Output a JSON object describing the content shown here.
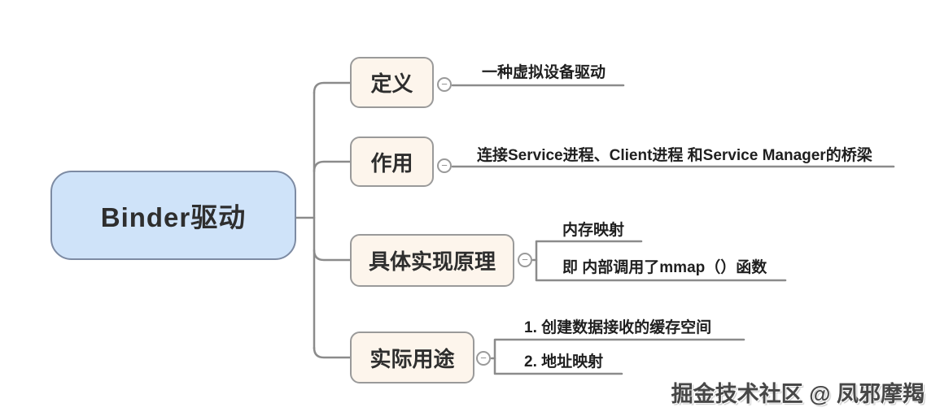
{
  "ui": {
    "collapse_glyph": "−"
  },
  "colors": {
    "bg": "#ffffff",
    "root_fill": "#cfe3f9",
    "root_border": "#7d8ba3",
    "node_fill": "#fdf5ec",
    "node_border": "#9a9a9a",
    "line": "#8b8b8b",
    "text": "#2e2e2e"
  },
  "root": {
    "label": "Binder驱动"
  },
  "branches": [
    {
      "label": "定义",
      "children": [
        {
          "text": "一种虚拟设备驱动"
        }
      ]
    },
    {
      "label": "作用",
      "children": [
        {
          "text": "连接Service进程、Client进程 和Service Manager的桥梁"
        }
      ]
    },
    {
      "label": "具体实现原理",
      "children": [
        {
          "text": "内存映射"
        },
        {
          "text": "即 内部调用了mmap（）函数"
        }
      ]
    },
    {
      "label": "实际用途",
      "children": [
        {
          "text": "1. 创建数据接收的缓存空间"
        },
        {
          "text": "2. 地址映射"
        }
      ]
    }
  ],
  "watermark": "掘金技术社区 @ 凤邪摩羯"
}
